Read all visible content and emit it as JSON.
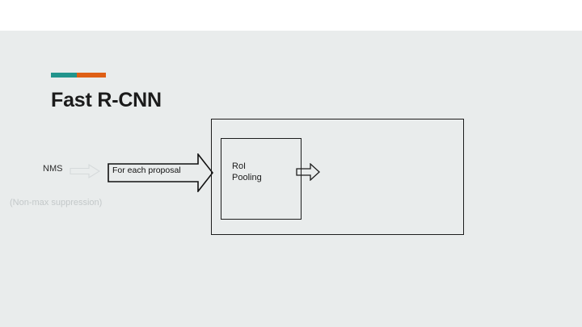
{
  "slide": {
    "background_color": "#e9ecec",
    "band_color": "#ffffff",
    "title": "Fast R-CNN",
    "accent": {
      "teal": "#22948c",
      "orange": "#df5f15"
    }
  },
  "diagram": {
    "nms": {
      "label": "NMS",
      "caption": "(Non-max suppression)",
      "caption_color": "#c3c8c9",
      "arrow_icon": "arrow-right-icon",
      "arrow_color": "#d6dadb"
    },
    "for_each_proposal": {
      "label": "For each proposal",
      "shape": "arrow-right-callout",
      "outline_color": "#111111"
    },
    "network": {
      "outer_box_name": "network-outer-box",
      "outline_color": "#1d1d1d",
      "roi_pooling": {
        "line1": "RoI",
        "line2": "Pooling",
        "label": "RoI\nPooling",
        "outline_color": "#1d1d1d"
      },
      "output_arrow_icon": "arrow-right-icon",
      "output_arrow_color": "#1d1d1d"
    }
  }
}
